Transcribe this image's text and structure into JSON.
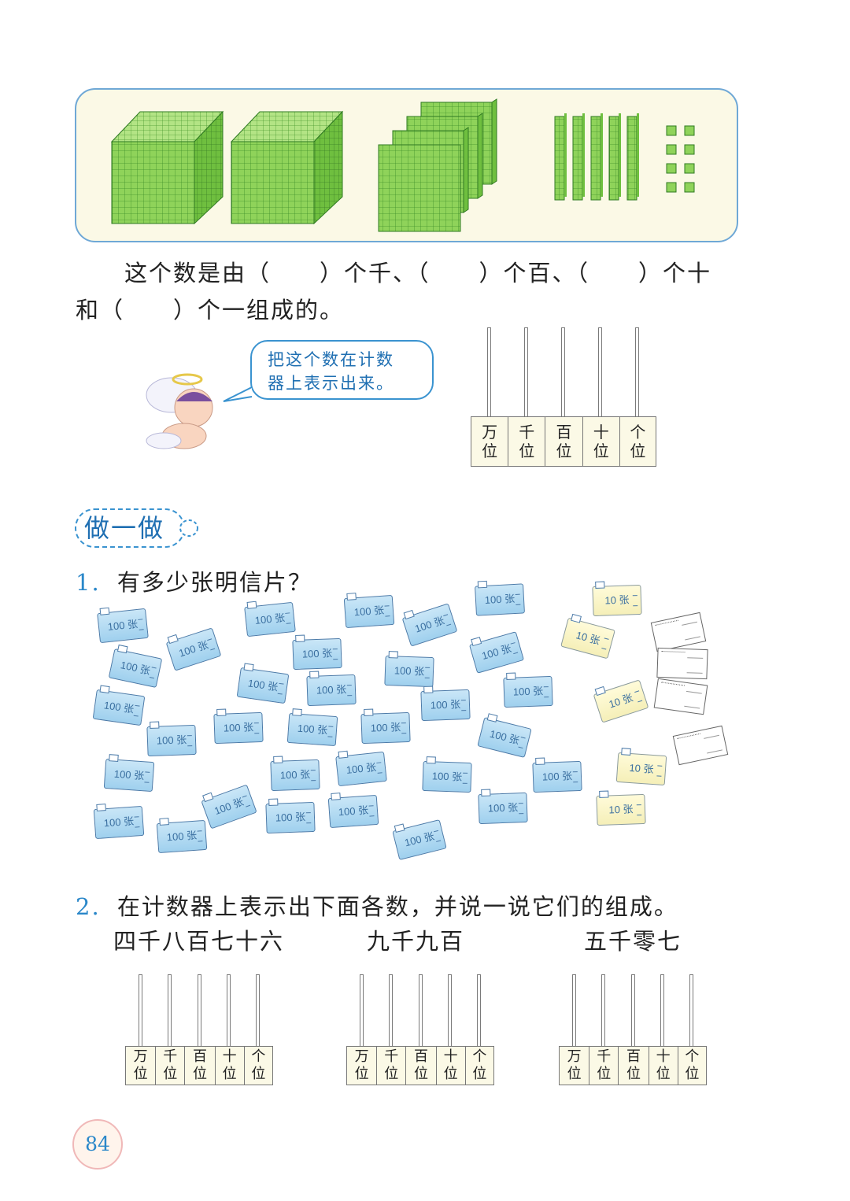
{
  "intro": {
    "sentence_line1": "这个数是由（　　）个千、（　　）个百、（　　）个十",
    "sentence_line2": "和（　　）个一组成的。",
    "speech_line1": "把这个数在计数",
    "speech_line2": "器上表示出来。"
  },
  "abacus_places": [
    {
      "top": "万",
      "bottom": "位"
    },
    {
      "top": "千",
      "bottom": "位"
    },
    {
      "top": "百",
      "bottom": "位"
    },
    {
      "top": "十",
      "bottom": "位"
    },
    {
      "top": "个",
      "bottom": "位"
    }
  ],
  "section_tag": "做一做",
  "q1": {
    "number": "1.",
    "text": "有多少张明信片？"
  },
  "card_labels": {
    "hundred": "100 张",
    "ten": "10 张"
  },
  "q2": {
    "number": "2.",
    "text": "在计数器上表示出下面各数，并说一说它们的组成。",
    "numbers": [
      "四千八百七十六",
      "九千九百",
      "五千零七"
    ]
  },
  "page_number": "84",
  "colors": {
    "accent_blue": "#2a87c9",
    "panel_bg": "#fbf9e6",
    "cube_green": "#8fd35a"
  }
}
